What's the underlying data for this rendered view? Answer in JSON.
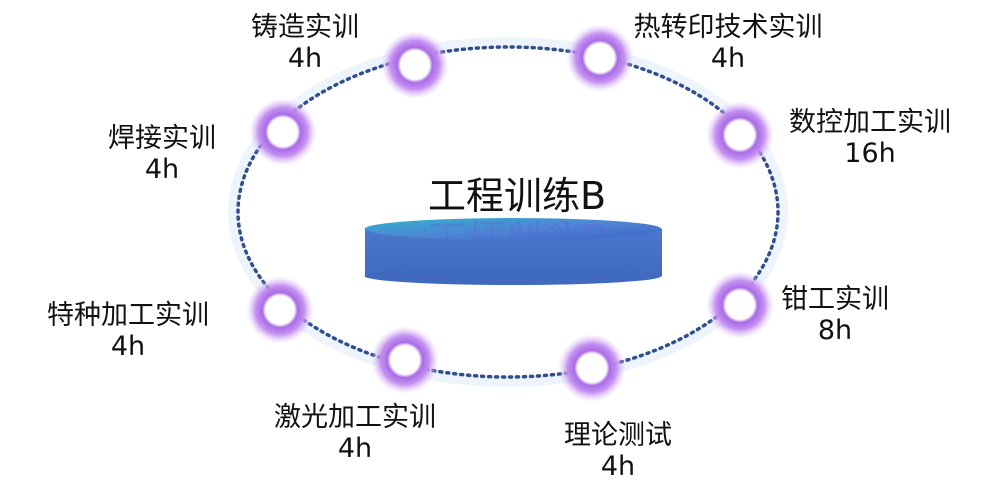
{
  "center": {
    "title": "工程训练B"
  },
  "colors": {
    "ring": "#b57ae8",
    "ring_core": "#ffffff",
    "dotted_ellipse": "#2f4f8f",
    "disc_top": "#4a8fd6",
    "disc_side": "#4472c4"
  },
  "nodes": [
    {
      "label": "铸造实训",
      "hours": "4h"
    },
    {
      "label": "热转印技术实训",
      "hours": "4h"
    },
    {
      "label": "数控加工实训",
      "hours": "16h"
    },
    {
      "label": "钳工实训",
      "hours": "8h"
    },
    {
      "label": "理论测试",
      "hours": "4h"
    },
    {
      "label": "激光加工实训",
      "hours": "4h"
    },
    {
      "label": "特种加工实训",
      "hours": "4h"
    },
    {
      "label": "焊接实训",
      "hours": "4h"
    }
  ]
}
